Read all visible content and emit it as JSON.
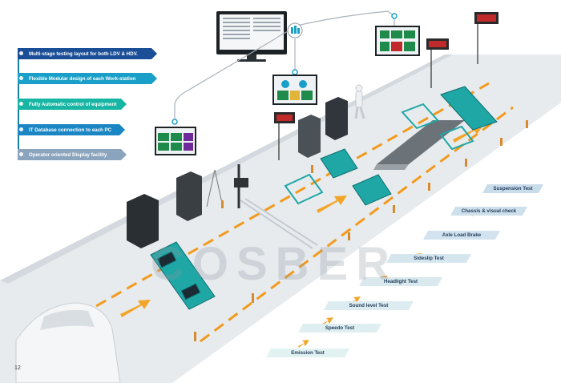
{
  "features": [
    {
      "label": "Multi-stage testing layout for both LDV & HDV.",
      "color": "#1a4e96"
    },
    {
      "label": "Flexible Modular design of each Work-station",
      "color": "#1aa0c8"
    },
    {
      "label": "Fully Automatic control of equipment",
      "color": "#17b6a4"
    },
    {
      "label": "IT Database connection to each PC",
      "color": "#1a86c4"
    },
    {
      "label": "Operator oriented Display facility",
      "color": "#8aa4bd"
    }
  ],
  "stages": [
    {
      "label": "Suspension Test"
    },
    {
      "label": "Chassis & visual check"
    },
    {
      "label": "Axle Load Brake"
    },
    {
      "label": "Sideslip Test"
    },
    {
      "label": "Headlight Test"
    },
    {
      "label": "Sound level Test"
    },
    {
      "label": "Speedo Test"
    },
    {
      "label": "Emission Test"
    }
  ],
  "watermark": "COSBER",
  "page_number": "12",
  "colors": {
    "road": "#e8ecef",
    "lane": "#f29a1e",
    "plate": "#1fa7a6",
    "stage_label": "#cfe3ef",
    "arrow": "#f3a52a"
  }
}
